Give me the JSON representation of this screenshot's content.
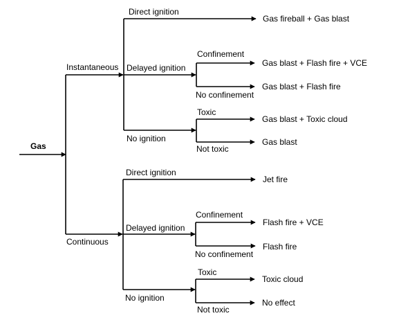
{
  "root": "Gas",
  "branches": {
    "instantaneous": {
      "label": "Instantaneous",
      "direct": {
        "label": "Direct ignition",
        "outcome": "Gas fireball + Gas blast"
      },
      "delayed": {
        "label": "Delayed ignition",
        "confinement": {
          "label": "Confinement",
          "outcome": "Gas blast + Flash fire + VCE"
        },
        "no_confinement": {
          "label": "No confinement",
          "outcome": "Gas blast + Flash fire"
        }
      },
      "none": {
        "label": "No ignition",
        "toxic": {
          "label": "Toxic",
          "outcome": "Gas blast + Toxic cloud"
        },
        "not_toxic": {
          "label": "Not toxic",
          "outcome": "Gas blast"
        }
      }
    },
    "continuous": {
      "label": "Continuous",
      "direct": {
        "label": "Direct ignition",
        "outcome": "Jet fire"
      },
      "delayed": {
        "label": "Delayed ignition",
        "confinement": {
          "label": "Confinement",
          "outcome": "Flash fire + VCE"
        },
        "no_confinement": {
          "label": "No confinement",
          "outcome": "Flash fire"
        }
      },
      "none": {
        "label": "No ignition",
        "toxic": {
          "label": "Toxic",
          "outcome": "Toxic cloud"
        },
        "not_toxic": {
          "label": "Not toxic",
          "outcome": "No effect"
        }
      }
    }
  }
}
